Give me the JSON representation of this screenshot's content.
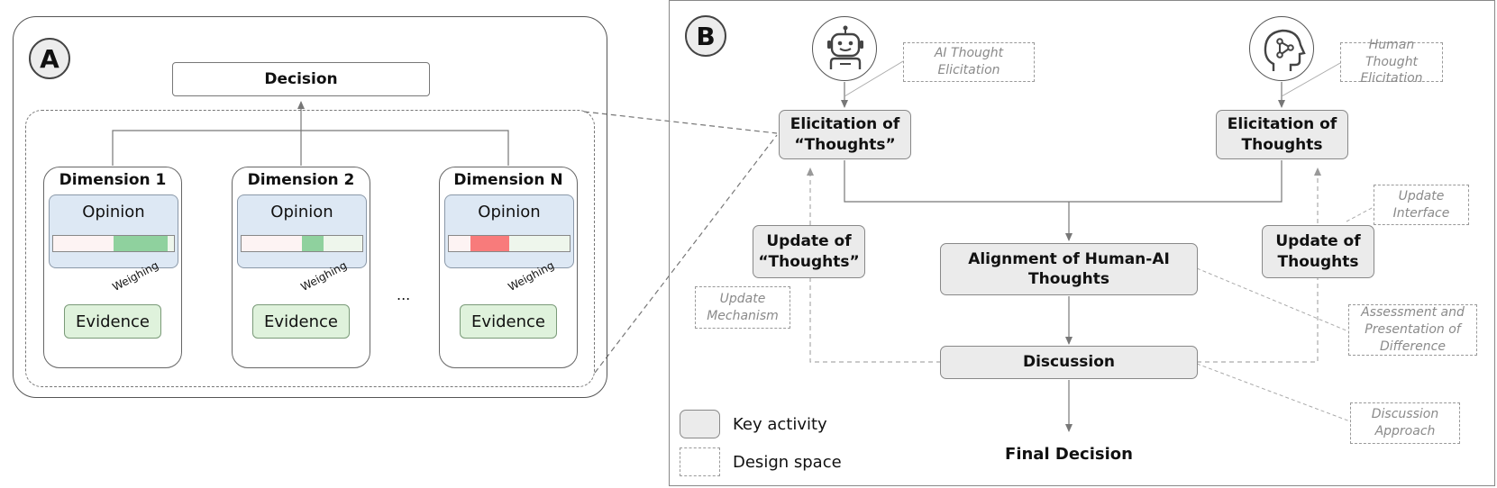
{
  "panel_a": {
    "badge": "A",
    "decision": "Decision",
    "dimensions": [
      {
        "title": "Dimension 1",
        "opinion": "Opinion",
        "evidence": "Evidence",
        "weighing": "Weighing"
      },
      {
        "title": "Dimension 2",
        "opinion": "Opinion",
        "evidence": "Evidence",
        "weighing": "Weighing"
      },
      {
        "title": "Dimension N",
        "opinion": "Opinion",
        "evidence": "Evidence",
        "weighing": "Weighing"
      }
    ],
    "ellipsis": "...",
    "colors": {
      "positive": "#8fd19e",
      "negative": "#f87b7b",
      "opinion_bg": "#dde8f4",
      "evidence_bg": "#dff2dc"
    }
  },
  "panel_b": {
    "badge": "B",
    "ai_icon": "robot-icon",
    "human_icon": "human-head-network-icon",
    "ai_elicitation": "Elicitation of “Thoughts”",
    "human_elicitation": "Elicitation of Thoughts",
    "ai_update": "Update of “Thoughts”",
    "human_update": "Update of Thoughts",
    "alignment": "Alignment of Human-AI Thoughts",
    "discussion": "Discussion",
    "final_decision": "Final Decision",
    "design_spaces": {
      "ai_thought_elicitation": "AI Thought Elicitation",
      "human_thought_elicitation": "Human Thought Elicitation",
      "update_interface": "Update Interface",
      "update_mechanism": "Update Mechanism",
      "assessment": "Assessment and Presentation of Difference",
      "discussion_approach": "Discussion Approach"
    },
    "legend": {
      "key_activity": "Key activity",
      "design_space": "Design space"
    }
  }
}
